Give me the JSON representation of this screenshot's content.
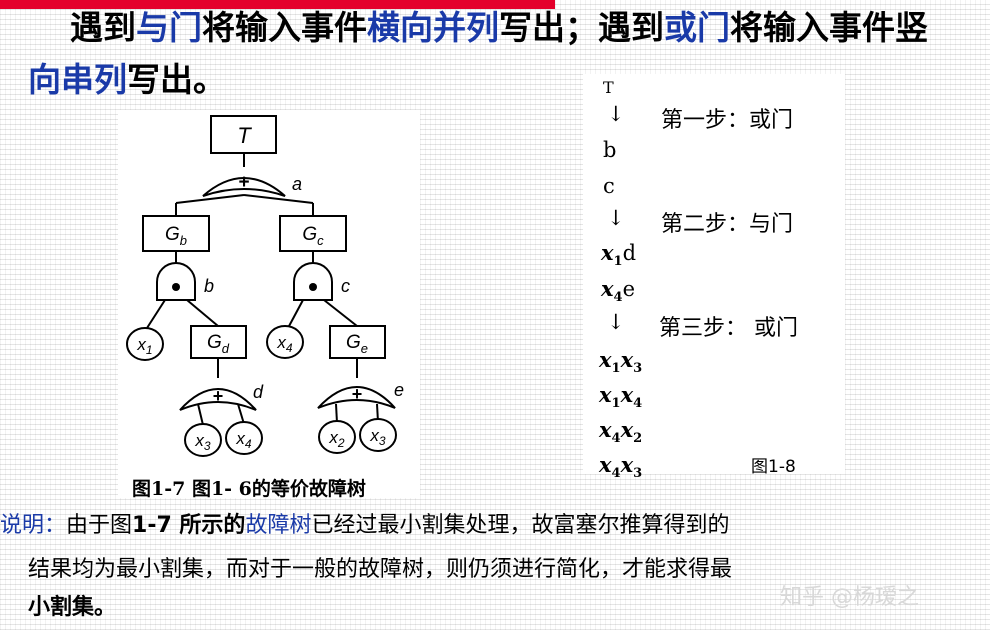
{
  "heading": {
    "l1_pre": "遇到",
    "l1_and_gate": "与门",
    "l1_mid": "将输入事件",
    "l1_parallel": "横向并列",
    "l1_mid2": "写出；遇到",
    "l1_or_gate": "或门",
    "l1_tail": "将输入事件竖",
    "l2_series": "向串列",
    "l2_tail": "写出。"
  },
  "tree": {
    "top_event": "T",
    "gate_a": "a",
    "gate_b": "b",
    "gate_c": "c",
    "gate_d": "d",
    "gate_e": "e",
    "plus_symbol": "+",
    "event_gb": "G",
    "event_gb_sub": "b",
    "event_gc": "G",
    "event_gc_sub": "c",
    "event_gd": "G",
    "event_gd_sub": "d",
    "event_ge": "G",
    "event_ge_sub": "e",
    "basic_x": "x",
    "x1_sub": "1",
    "x2_sub": "2",
    "x3_sub": "3",
    "x4_sub": "4",
    "caption": "图1-7  图1- 6的等价故障树"
  },
  "steps": {
    "t_label": "T",
    "arrow": "↓",
    "step1": "第一步：或门",
    "b": "b",
    "c": "c",
    "step2": "第二步：与门",
    "x": "x",
    "s1": "1",
    "s2": "2",
    "s3": "3",
    "s4": "4",
    "d": "d",
    "e": "e",
    "step3": "第三步： 或门",
    "fig_label": "图1-8"
  },
  "description": {
    "label": "说明：",
    "l1_a": "由于图",
    "l1_fig": "1-7 所示的",
    "l1_b": "故障树",
    "l1_c": "已经过最小割集处理，故富塞尔推算得到的",
    "l2": "结果均为最小割集，而对于一般的故障树，则仍须进行简化，才能求得最",
    "l3": "小割集。"
  },
  "watermark": "知乎 @杨瑷之",
  "colors": {
    "accent_red": "#e4002b",
    "heading_blue": "#1a3aa8"
  }
}
